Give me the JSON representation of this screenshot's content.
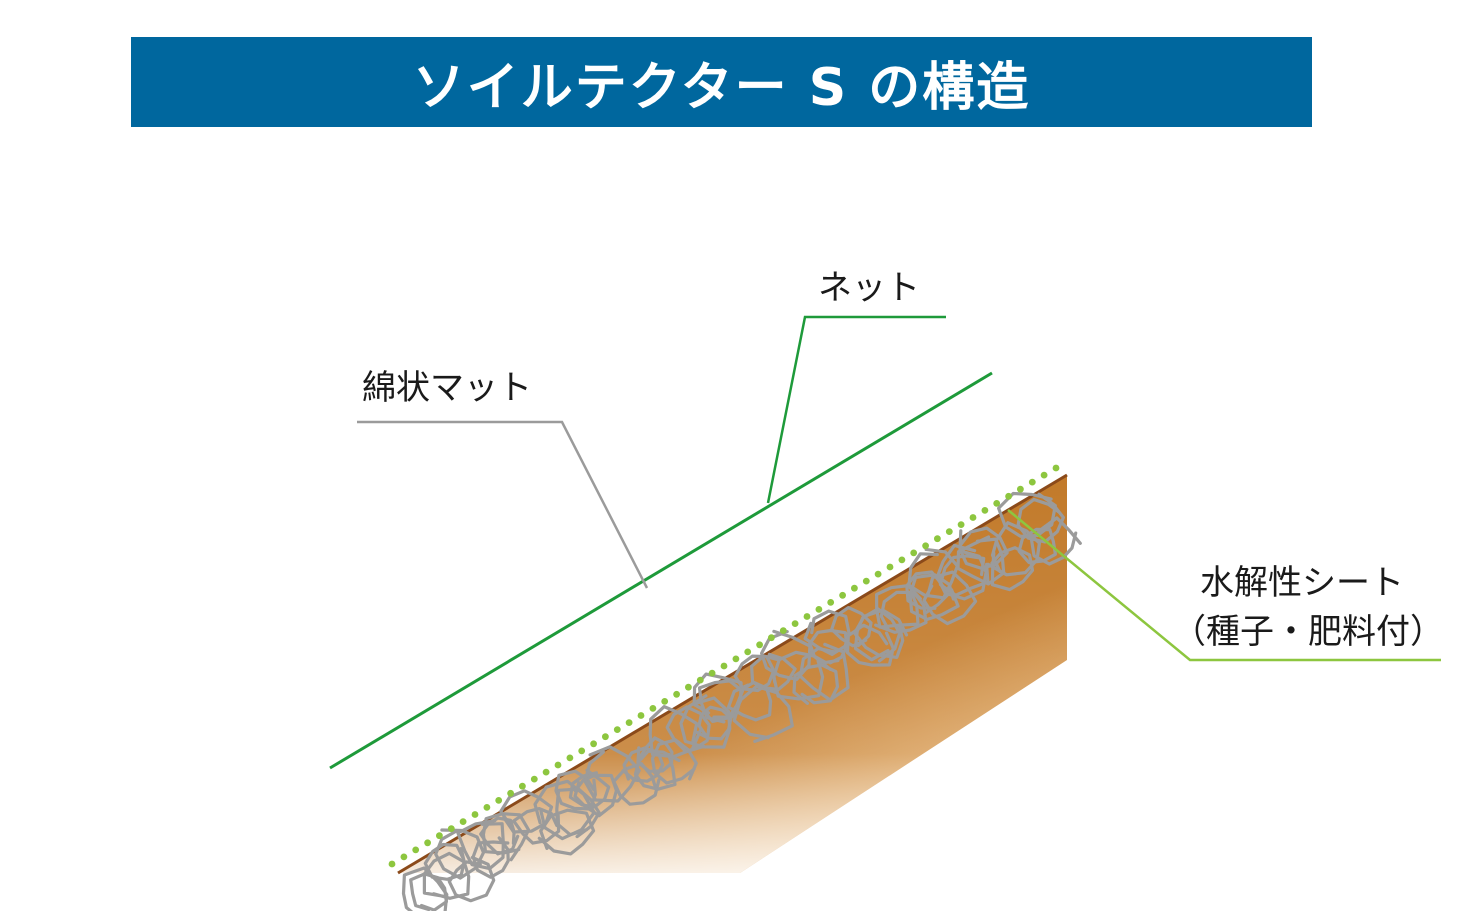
{
  "header": {
    "title": "ソイルテクター S の構造"
  },
  "labels": {
    "net": "ネット",
    "mat": "綿状マット",
    "sheet_line1": "水解性シート",
    "sheet_line2": "（種子・肥料付）"
  },
  "colors": {
    "title_bar": "#00679e",
    "net_line": "#1e9a3a",
    "mat_loops": "#9b9b9b",
    "sheet_dots": "#8dc63f",
    "soil_dark": "#c27a2a",
    "soil_light": "#fbe7cf",
    "soil_edge": "#8b4a1a"
  }
}
